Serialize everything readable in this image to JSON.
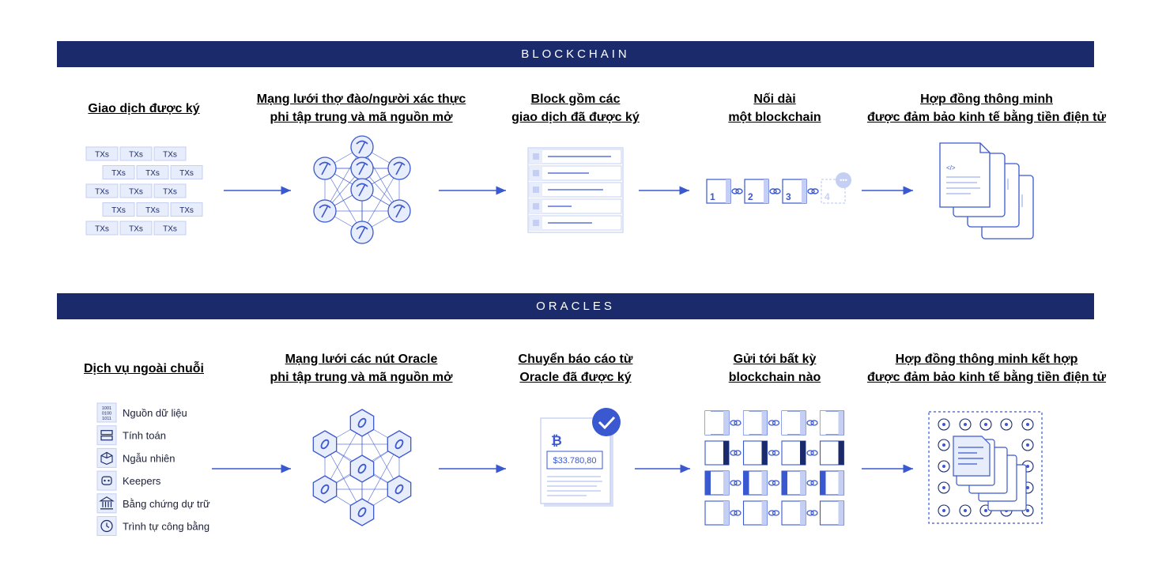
{
  "sections": {
    "blockchain": {
      "banner": "BLOCKCHAIN",
      "steps": [
        {
          "line1": "Giao dịch được ký",
          "line2": ""
        },
        {
          "line1": "Mạng lưới thợ đào/người xác thực",
          "line2": "phi tập trung và mã nguồn mở"
        },
        {
          "line1": "Block gồm các",
          "line2": "giao dịch đã được ký"
        },
        {
          "line1": "Nối dài",
          "line2": "một blockchain"
        },
        {
          "line1": "Hợp đồng thông minh",
          "line2": "được đảm bảo kinh tế bằng tiền điện tử"
        }
      ],
      "tx_label": "TXs",
      "chain_numbers": [
        "1",
        "2",
        "3",
        "4"
      ]
    },
    "oracles": {
      "banner": "ORACLES",
      "steps": [
        {
          "line1": "Dịch vụ ngoài chuỗi",
          "line2": ""
        },
        {
          "line1": "Mạng lưới các nút Oracle",
          "line2": "phi tập trung và mã nguồn mở"
        },
        {
          "line1": "Chuyển báo cáo từ",
          "line2": "Oracle đã được ký"
        },
        {
          "line1": "Gửi tới bất kỳ",
          "line2": "blockchain nào"
        },
        {
          "line1": "Hợp đồng thông minh kết hợp",
          "line2": "được đảm bảo kinh tế bằng tiền điện tử"
        }
      ],
      "services": [
        {
          "icon": "binary-data-icon",
          "label": "Nguồn dữ liệu"
        },
        {
          "icon": "server-icon",
          "label": "Tính toán"
        },
        {
          "icon": "cube-icon",
          "label": "Ngẫu nhiên"
        },
        {
          "icon": "robot-icon",
          "label": "Keepers"
        },
        {
          "icon": "bank-icon",
          "label": "Bằng chứng dự trữ"
        },
        {
          "icon": "clock-icon",
          "label": "Trình tự công bằng"
        }
      ],
      "report_price": "$33.780,80",
      "report_currency_icon": "bitcoin-icon",
      "binary_text": [
        "1001",
        "0100",
        "1011"
      ]
    }
  },
  "colors": {
    "banner": "#1b2a6b",
    "accent": "#3a58d0",
    "light_fill": "#e8edfb",
    "mid_fill": "#c4cff3",
    "dark_navy": "#1b2a6b"
  }
}
